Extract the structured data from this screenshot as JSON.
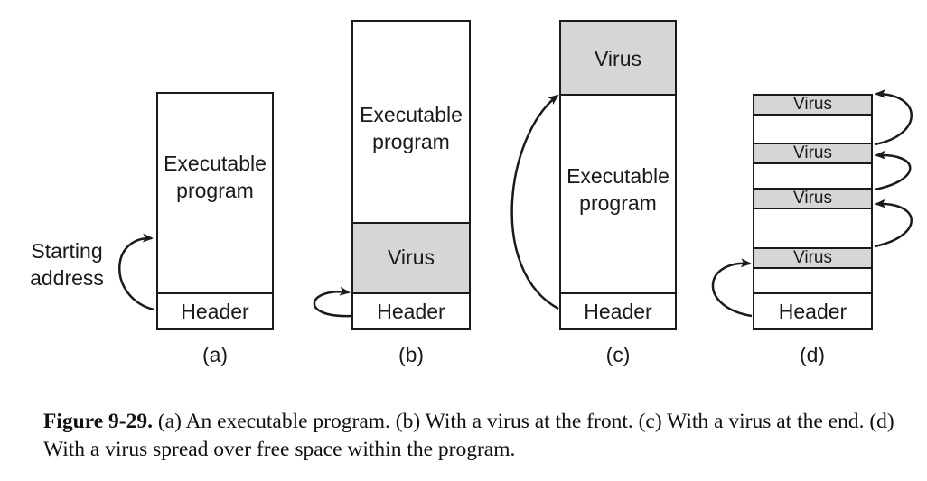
{
  "panels": {
    "a": {
      "label": "(a)",
      "program": "Executable\nprogram",
      "header": "Header",
      "side_label": "Starting\naddress"
    },
    "b": {
      "label": "(b)",
      "program": "Executable\nprogram",
      "virus": "Virus",
      "header": "Header"
    },
    "c": {
      "label": "(c)",
      "virus": "Virus",
      "program": "Executable\nprogram",
      "header": "Header"
    },
    "d": {
      "label": "(d)",
      "virus_segments": [
        "Virus",
        "Virus",
        "Virus",
        "Virus"
      ],
      "header": "Header"
    }
  },
  "caption": {
    "figure_number": "Figure 9-29.",
    "text": "(a) An executable program. (b) With a virus at the front. (c) With a virus at the end. (d) With a virus spread over free space within the program."
  },
  "colors": {
    "virus_fill": "#d6d6d6",
    "stroke": "#1a1a1a"
  }
}
